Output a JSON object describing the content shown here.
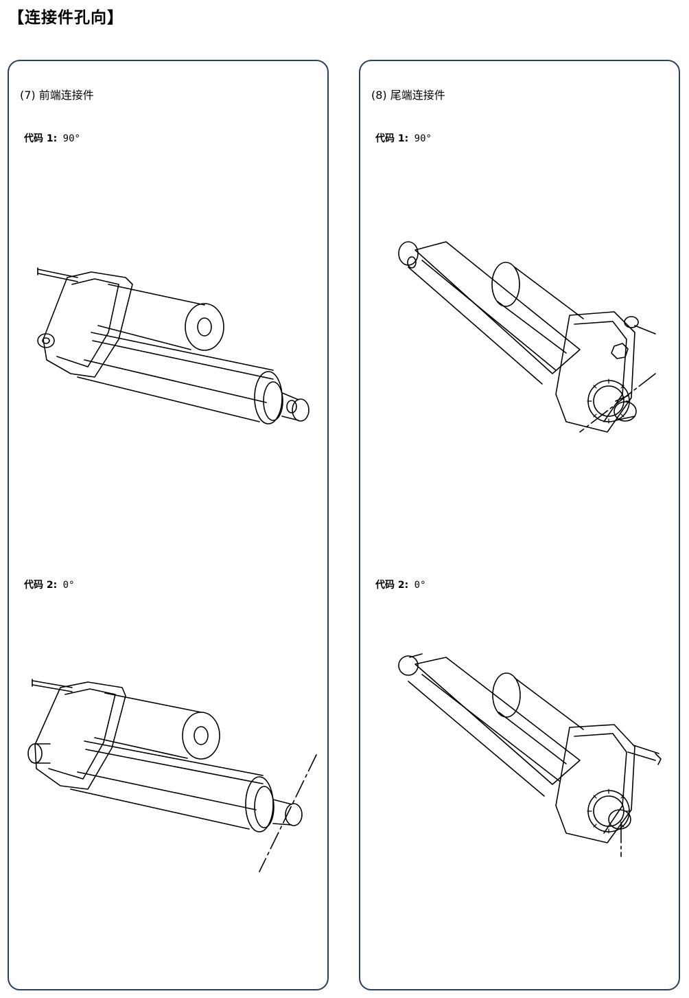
{
  "title": "【连接件孔向】",
  "panels": [
    {
      "heading": "(7) 前端连接件",
      "codes": [
        {
          "label": "代码 1:",
          "value": "90°"
        },
        {
          "label": "代码 2:",
          "value": "0°"
        }
      ]
    },
    {
      "heading": "(8) 尾端连接件",
      "codes": [
        {
          "label": "代码 1:",
          "value": "90°"
        },
        {
          "label": "代码 2:",
          "value": "0°"
        }
      ]
    }
  ],
  "colors": {
    "panel_border": "#2c3e5c",
    "text": "#000000"
  },
  "icons": [
    "linear-actuator-front-90-drawing",
    "linear-actuator-front-0-drawing",
    "linear-actuator-rear-90-drawing",
    "linear-actuator-rear-0-drawing"
  ]
}
